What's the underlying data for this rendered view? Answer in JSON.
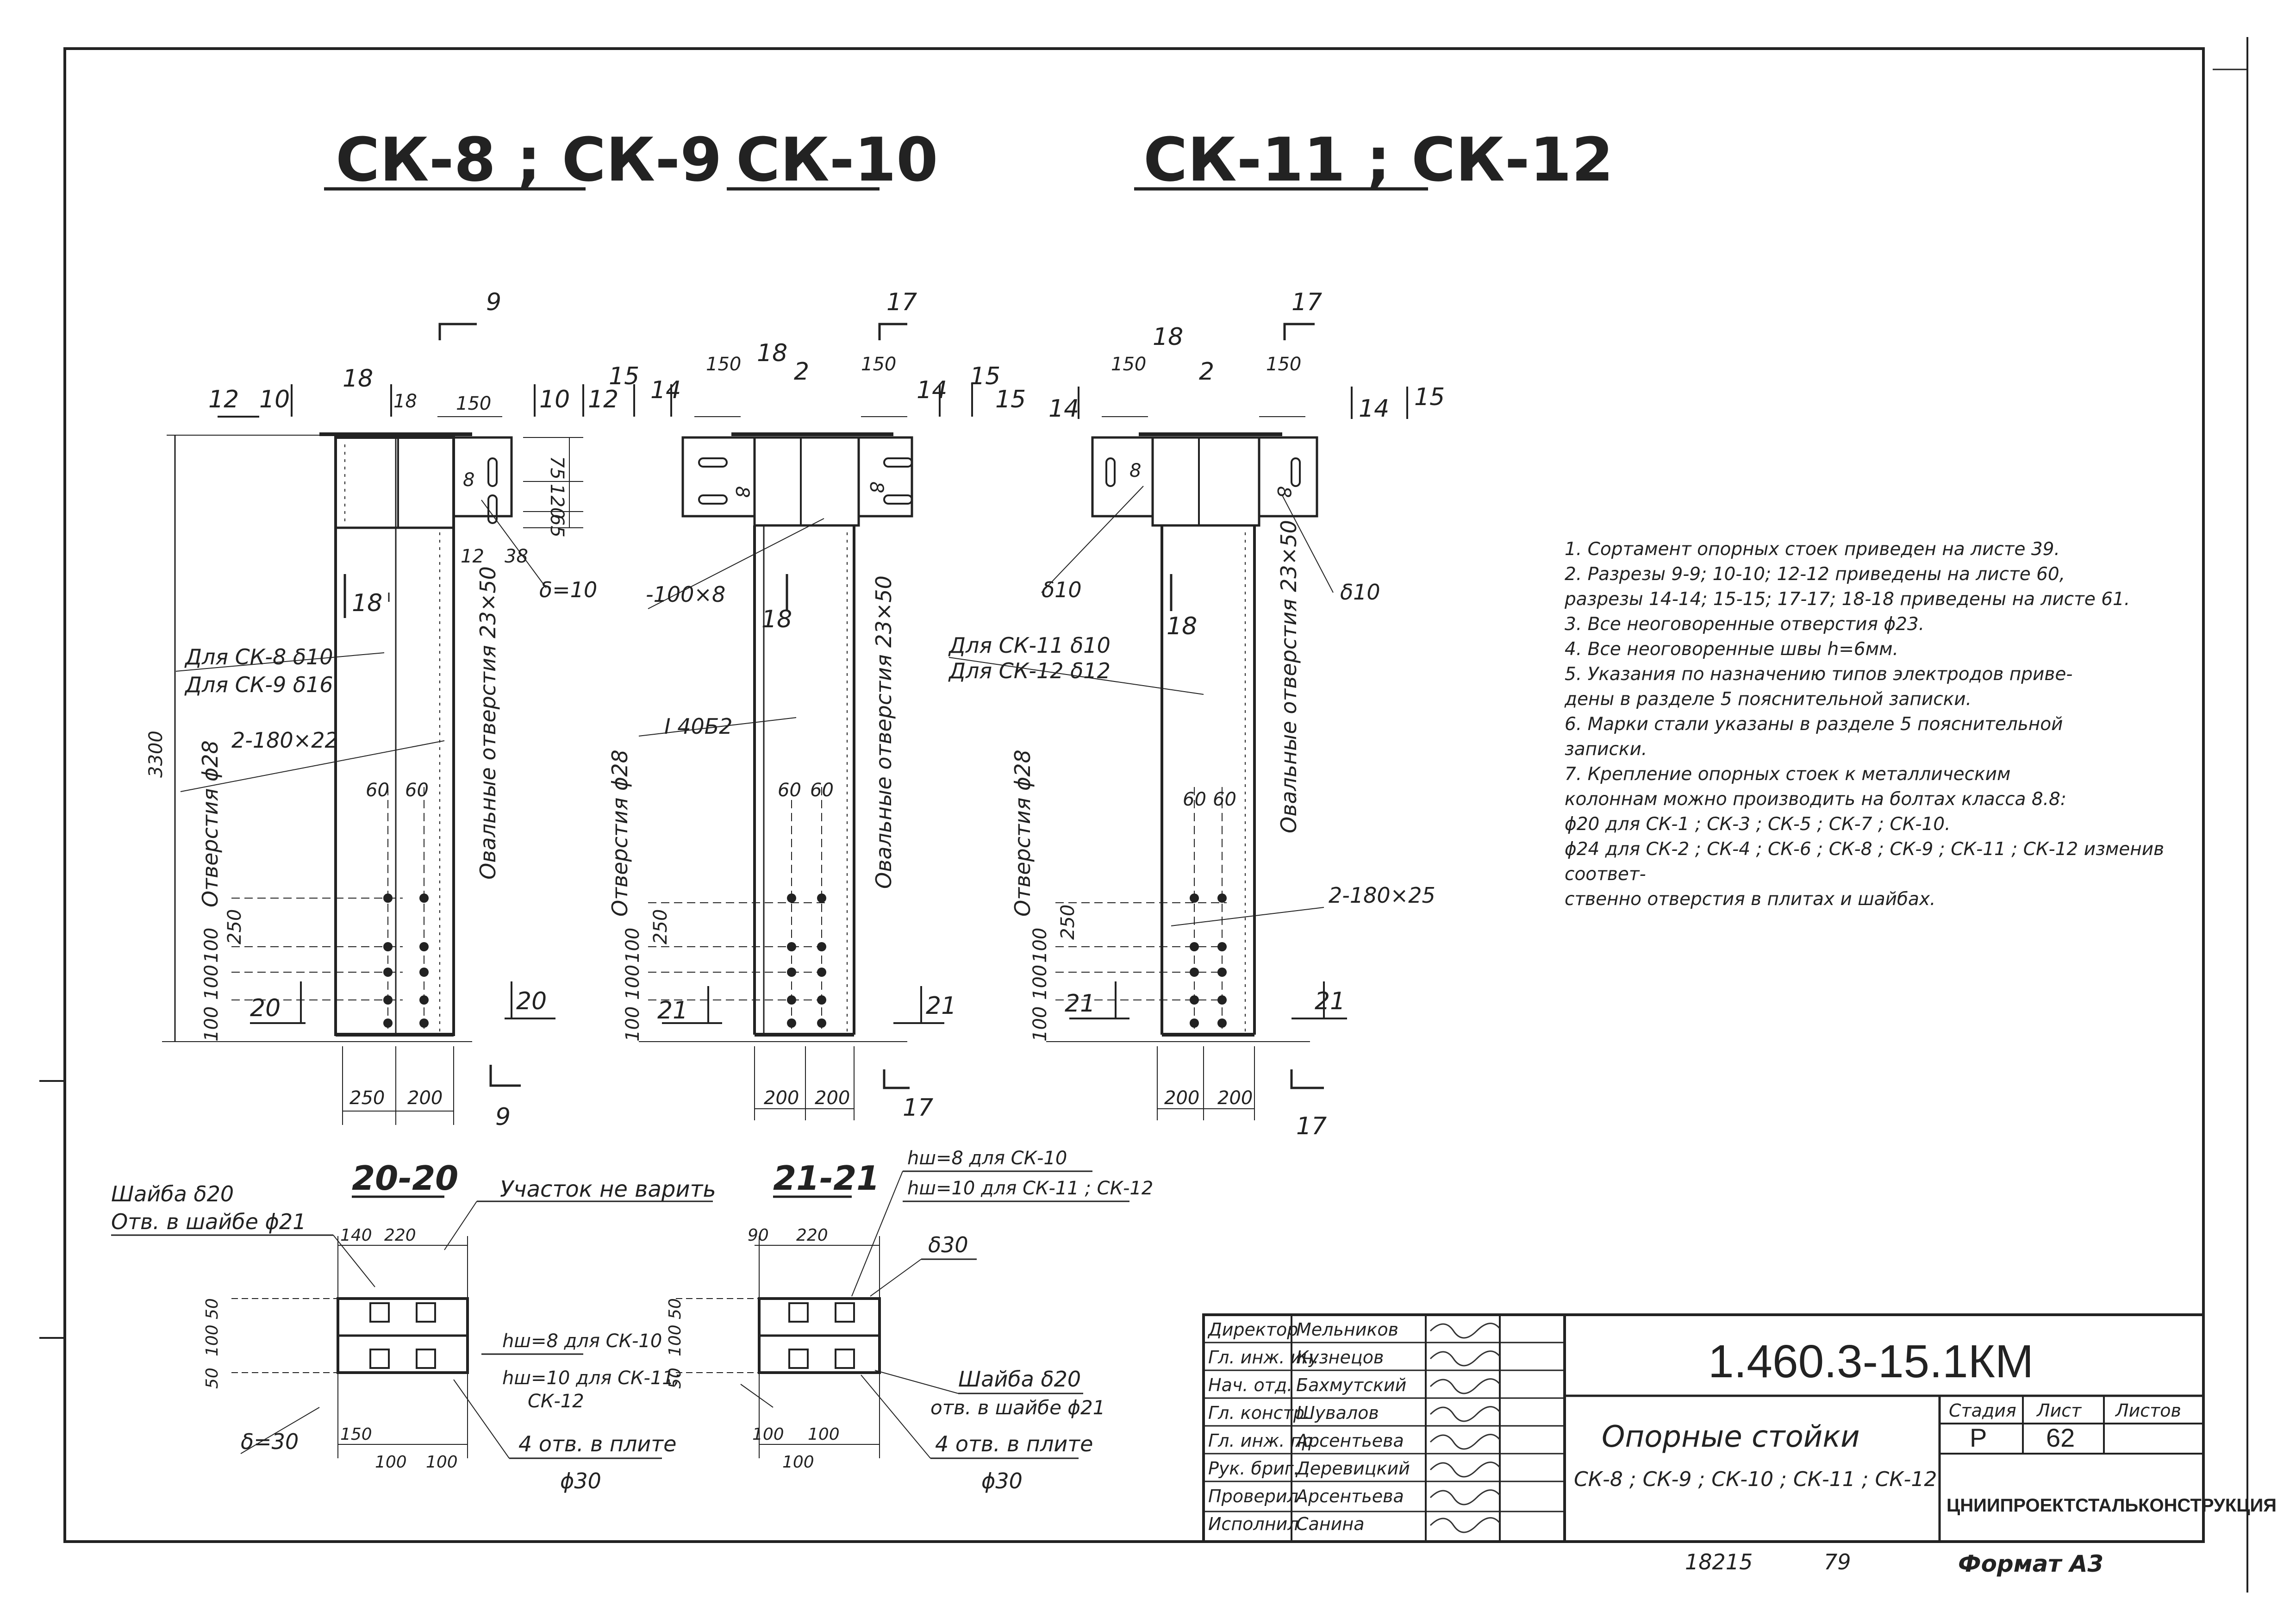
{
  "headings": {
    "a": "СК-8 ; СК-9",
    "b": "СК-10",
    "c": "СК-11 ; СК-12"
  },
  "section_marks": {
    "n9": "9",
    "n10": "10",
    "n12": "12",
    "n14": "14",
    "n15": "15",
    "n17": "17",
    "n18": "18",
    "n20": "20",
    "n21": "21",
    "n2": "2"
  },
  "dims": {
    "d150": "150",
    "d18": "18",
    "d75": "75",
    "d120": "120",
    "d65": "65",
    "d12": "12",
    "d38": "38",
    "d3300": "3300",
    "d60": "60",
    "d250": "250",
    "d100": "100",
    "d200": "200",
    "d140": "140",
    "d220": "220",
    "d90": "90",
    "d50": "50",
    "d10": "10",
    "d8": "8"
  },
  "labels": {
    "s_eq_10": "δ=10",
    "for_sk8": "Для СК-8  δ10",
    "for_sk9": "Для СК-9  δ16",
    "plate_180x22": "2-180×22",
    "holes_d28": "Отверстия ϕ28",
    "oval_holes": "Овальные отверстия 23×50",
    "plate_100x8": "-100×8",
    "i40b2": "I 40Б2",
    "s10": "δ10",
    "for_sk11": "Для СК-11   δ10",
    "for_sk12": "Для СК-12   δ12",
    "plate_180x25": "2-180×25"
  },
  "sections": {
    "s20_title": "20-20",
    "s21_title": "21-21",
    "washer_s20": "Шайба δ20",
    "hole_in_washer_21": "Отв. в шайбе ϕ21",
    "no_weld": "Участок не варить",
    "hw8": "hш=8 для СК-10",
    "hw10_a": "hш=10 для СК-11;",
    "hw10_b": "СК-12",
    "s30": "δ=30",
    "holes_plate": "4 отв. в плите",
    "d30": "ϕ30",
    "hw8_top": "hш=8 для СК-10",
    "hw10_top": "hш=10 для СК-11 ; СК-12",
    "s30_top": "δ30",
    "washer_s20_b": "Шайба δ20",
    "hole_washer_b": "отв. в шайбе ϕ21",
    "holes_plate_b": "4 отв. в плите",
    "d30_b": "ϕ30"
  },
  "notes": [
    "1.  Сортамент опорных стоек приведен на листе 39.",
    "2.  Разрезы 9-9; 10-10; 12-12 приведены на листе 60,",
    "разрезы 14-14; 15-15; 17-17; 18-18 приведены на листе 61.",
    "3.  Все неоговоренные отверстия ϕ23.",
    "4.  Все неоговоренные швы h=6мм.",
    "5.  Указания по назначению типов электродов приве-",
    "дены в разделе 5 пояснительной записки.",
    "6.  Марки стали указаны в разделе 5 пояснительной",
    "записки.",
    "7.  Крепление опорных стоек к металлическим",
    "колоннам можно производить на болтах класса 8.8:",
    "ϕ20 для СК-1 ; СК-3 ; СК-5 ; СК-7 ; СК-10.",
    "ϕ24 для СК-2 ; СК-4 ; СК-6 ; СК-8 ; СК-9 ; СК-11 ; СК-12 изменив соответ-",
    "ственно отверстия в плитах и шайбах."
  ],
  "title_block": {
    "signatures": [
      {
        "role": "Директор",
        "name": "Мельников"
      },
      {
        "role": "Гл. инж. ин.",
        "name": "Кузнецов"
      },
      {
        "role": "Нач. отд.",
        "name": "Бахмутский"
      },
      {
        "role": "Гл. констр.",
        "name": "Шувалов"
      },
      {
        "role": "Гл. инж. пр.",
        "name": "Арсентьева"
      },
      {
        "role": "Рук. бриг.",
        "name": "Деревицкий"
      },
      {
        "role": "Проверил",
        "name": "Арсентьева"
      },
      {
        "role": "Исполнил",
        "name": "Санина"
      }
    ],
    "doc_code": "1.460.3-15.1КМ",
    "doc_title": "Опорные стойки",
    "doc_subtitle": "СК-8 ; СК-9 ; СК-10 ; СК-11 ; СК-12",
    "stage_label": "Стадия",
    "sheet_label": "Лист",
    "sheets_label": "Листов",
    "stage": "Р",
    "sheet": "62",
    "org": "ЦНИИПРОЕКТСТАЛЬКОНСТРУКЦИЯ",
    "inv_no": "18215",
    "inv_no2": "79",
    "format": "Формат А3"
  }
}
